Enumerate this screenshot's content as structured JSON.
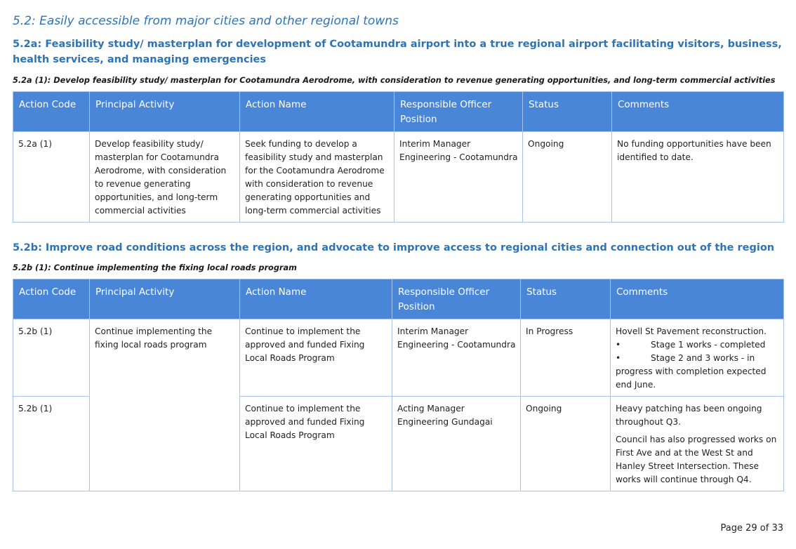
{
  "section_title": "5.2: Easily accessible from major cities and other regional towns",
  "sub_a": {
    "title": "5.2a: Feasibility study/ masterplan for development of Cootamundra airport into a true regional airport facilitating visitors, business, health services, and managing emergencies",
    "action_heading": "5.2a (1): Develop feasibility study/ masterplan for Cootamundra Aerodrome, with consideration to revenue generating opportunities, and long-term commercial activities",
    "rows": [
      {
        "code": "5.2a (1)",
        "principal": "Develop feasibility study/ masterplan for Cootamundra Aerodrome, with consideration to revenue generating opportunities, and long-term commercial activities",
        "action": "Seek funding to develop a feasibility study and masterplan for the Cootamundra Aerodrome with consideration to revenue generating opportunities and long-term commercial activities",
        "officer": "Interim Manager Engineering - Cootamundra",
        "status": "Ongoing",
        "comments": "No funding opportunities have been identified to date."
      }
    ]
  },
  "sub_b": {
    "title": "5.2b: Improve road conditions across the region, and advocate to improve access to regional cities and connection out of the region",
    "action_heading": "5.2b (1): Continue implementing the fixing local roads program",
    "principal": "Continue implementing the fixing local roads program",
    "rows": [
      {
        "code": "5.2b (1)",
        "action": "Continue to implement the approved and funded Fixing Local Roads Program",
        "officer": "Interim Manager Engineering - Cootamundra",
        "status": "In Progress",
        "comment_intro": "Hovell St Pavement reconstruction.",
        "bullets": [
          "•",
          "•"
        ],
        "bullet1": "Stage 1 works - completed",
        "bullet2_a": "Stage 2 and 3 works - in",
        "bullet2_b": "progress with completion expected end June."
      },
      {
        "code": "5.2b (1)",
        "action": "Continue to implement the approved and funded Fixing Local Roads Program",
        "officer": "Acting Manager Engineering Gundagai",
        "status": "Ongoing",
        "comment_p1": "Heavy patching has been ongoing throughout Q3.",
        "comment_p2": "Council has also progressed works on First Ave and at the West St and Hanley Street Intersection. These works will continue through Q4."
      }
    ]
  },
  "columns": {
    "code": "Action Code",
    "principal": "Principal Activity",
    "action": "Action Name",
    "officer": "Responsible Officer Position",
    "status": "Status",
    "comments": "Comments"
  },
  "footer": "Page 29 of 33",
  "colors": {
    "heading": "#2e74b5",
    "table_header": "#4a86d8",
    "border": "#a9c4ea"
  }
}
